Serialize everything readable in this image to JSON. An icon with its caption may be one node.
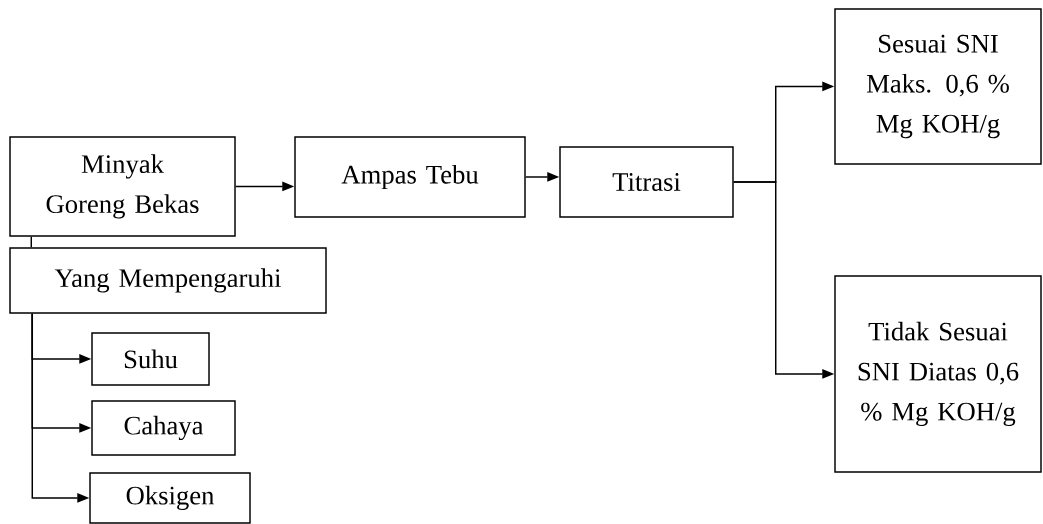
{
  "diagram": {
    "nodes": [
      {
        "text": [
          "Minyak Goreng Bekas"
        ]
      },
      {
        "text": [
          "Yang Mempengaruhi"
        ]
      },
      {
        "text": [
          "Ampas Tebu"
        ]
      },
      {
        "text": [
          "Titrasi"
        ]
      },
      {
        "text": [
          "Sesuai SNI Maks. 0,6 % Mg KOH/g"
        ]
      },
      {
        "text": [
          "Tidak Sesuai SNI Diatas 0,6 % Mg KOH/g"
        ]
      },
      {
        "text": [
          "Suhu"
        ]
      },
      {
        "text": [
          "Cahaya"
        ]
      },
      {
        "text": [
          "Oksigen"
        ]
      }
    ],
    "edges": [
      {
        "from": 0,
        "to": 2,
        "arrow": "to"
      },
      {
        "from": 0,
        "to": 1,
        "arrow": "none"
      },
      {
        "from": 1,
        "to": 6,
        "arrow": "to"
      },
      {
        "from": 1,
        "to": 7,
        "arrow": "to"
      },
      {
        "from": 1,
        "to": 8,
        "arrow": "to"
      },
      {
        "from": 2,
        "to": 3,
        "arrow": "to"
      },
      {
        "from": 3,
        "to": 4,
        "arrow": "to"
      },
      {
        "from": 3,
        "to": 5,
        "arrow": "to"
      }
    ]
  }
}
